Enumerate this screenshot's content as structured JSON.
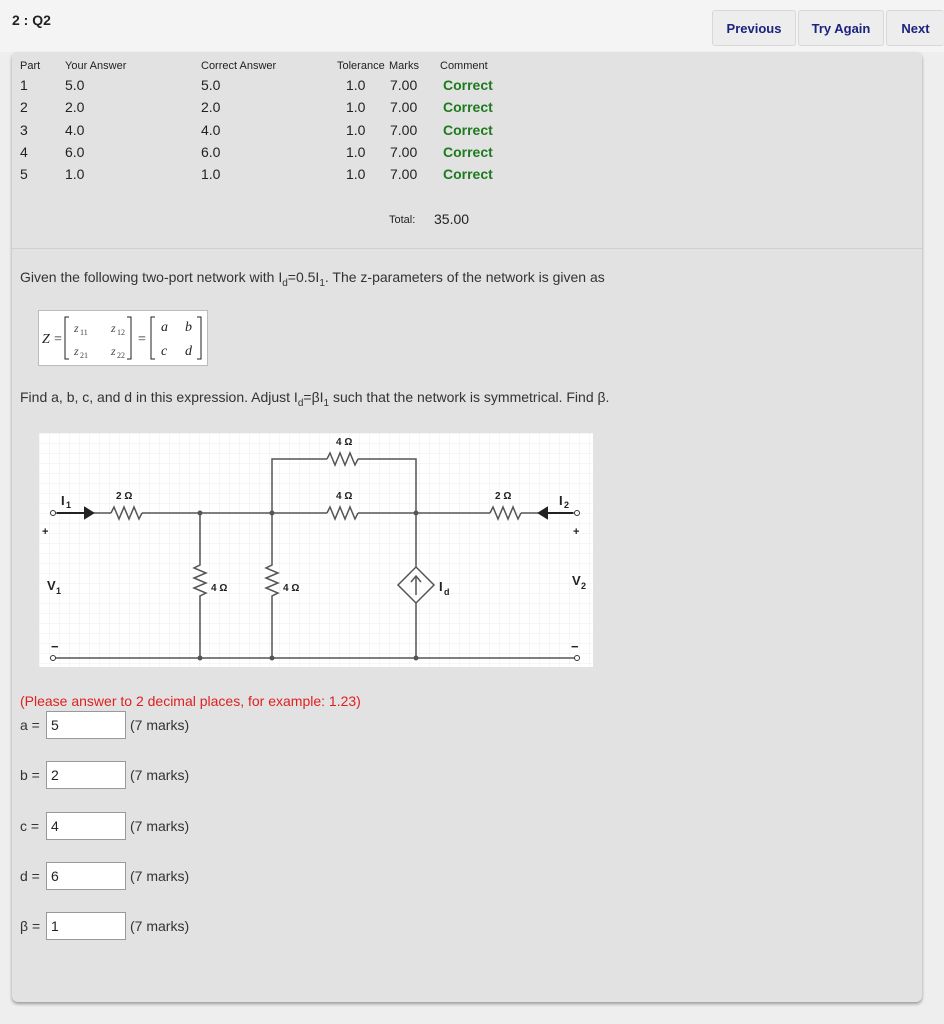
{
  "header": {
    "title": "2 : Q2",
    "buttons": {
      "previous": "Previous",
      "try_again": "Try Again",
      "next": "Next"
    }
  },
  "results": {
    "columns": {
      "part": "Part",
      "your_answer": "Your Answer",
      "correct_answer": "Correct Answer",
      "tolerance": "Tolerance",
      "marks": "Marks",
      "comment": "Comment"
    },
    "rows": [
      {
        "part": "1",
        "your": "5.0",
        "correct": "5.0",
        "tol": "1.0",
        "marks": "7.00",
        "comment": "Correct"
      },
      {
        "part": "2",
        "your": "2.0",
        "correct": "2.0",
        "tol": "1.0",
        "marks": "7.00",
        "comment": "Correct"
      },
      {
        "part": "3",
        "your": "4.0",
        "correct": "4.0",
        "tol": "1.0",
        "marks": "7.00",
        "comment": "Correct"
      },
      {
        "part": "4",
        "your": "6.0",
        "correct": "6.0",
        "tol": "1.0",
        "marks": "7.00",
        "comment": "Correct"
      },
      {
        "part": "5",
        "your": "1.0",
        "correct": "1.0",
        "tol": "1.0",
        "marks": "7.00",
        "comment": "Correct"
      }
    ],
    "total_label": "Total:",
    "total_value": "35.00"
  },
  "question": {
    "intro_pre": "Given the following two-port network with I",
    "intro_sub1": "d",
    "intro_mid": "=0.5I",
    "intro_sub2": "1",
    "intro_post": ". The z-parameters of the network is given as",
    "matrix": {
      "z": "Z",
      "eq": "=",
      "z11": "z",
      "z11_sub": "11",
      "z12": "z",
      "z12_sub": "12",
      "z21": "z",
      "z21_sub": "21",
      "z22": "z",
      "z22_sub": "22",
      "a": "a",
      "b": "b",
      "c": "c",
      "d": "d"
    },
    "find_pre": "Find a, b, c, and d in this expression. Adjust I",
    "find_sub1": "d",
    "find_mid": "=βI",
    "find_sub2": "1",
    "find_post": " such that the network is symmetrical. Find β.",
    "instruction": "(Please answer to 2 decimal places, for example: 1.23)"
  },
  "circuit": {
    "r_top": "4 Ω",
    "r_mid": "4 Ω",
    "r_left": "2 Ω",
    "r_right": "2 Ω",
    "r_shunt1": "4 Ω",
    "r_shunt2": "4 Ω",
    "i1": "I",
    "i1_sub": "1",
    "i2": "I",
    "i2_sub": "2",
    "v1": "V",
    "v1_sub": "1",
    "v2": "V",
    "v2_sub": "2",
    "id": "I",
    "id_sub": "d",
    "plus": "+",
    "minus": "−"
  },
  "answers": [
    {
      "label": "a =",
      "value": "5",
      "marks": "(7 marks)"
    },
    {
      "label": "b =",
      "value": "2",
      "marks": "(7 marks)"
    },
    {
      "label": "c =",
      "value": "4",
      "marks": "(7 marks)"
    },
    {
      "label": "d =",
      "value": "6",
      "marks": "(7 marks)"
    },
    {
      "label": "β =",
      "value": "1",
      "marks": "(7 marks)"
    }
  ],
  "colors": {
    "correct": "#1e7a1e",
    "nav_text": "#1a237e",
    "instruction": "#e02020"
  }
}
